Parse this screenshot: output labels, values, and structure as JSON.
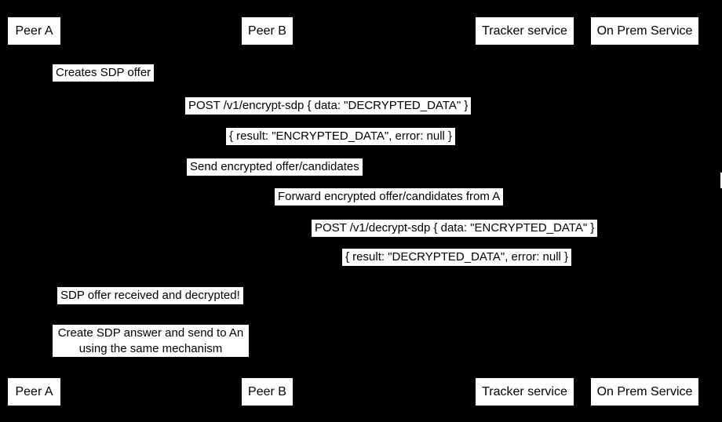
{
  "colors": {
    "background": "#000000",
    "box_background": "#ffffff",
    "text": "#000000"
  },
  "actors": [
    {
      "label": "Peer A"
    },
    {
      "label": "Peer B"
    },
    {
      "label": "Tracker service"
    },
    {
      "label": "On Prem Service"
    }
  ],
  "messages": [
    {
      "text": "Creates SDP offer"
    },
    {
      "text": "POST /v1/encrypt-sdp { data: \"DECRYPTED_DATA\" }"
    },
    {
      "text": "{ result: \"ENCRYPTED_DATA\", error: null }"
    },
    {
      "text": "Send encrypted offer/candidates"
    },
    {
      "text": "Forward encrypted offer/candidates from A"
    },
    {
      "text": "POST /v1/decrypt-sdp { data: \"ENCRYPTED_DATA\" }"
    },
    {
      "text": "{ result: \"DECRYPTED_DATA\", error: null }"
    },
    {
      "text": "SDP offer received and decrypted!"
    }
  ],
  "note": {
    "line1": "Create SDP answer and send to An",
    "line2": "using the same mechanism"
  }
}
